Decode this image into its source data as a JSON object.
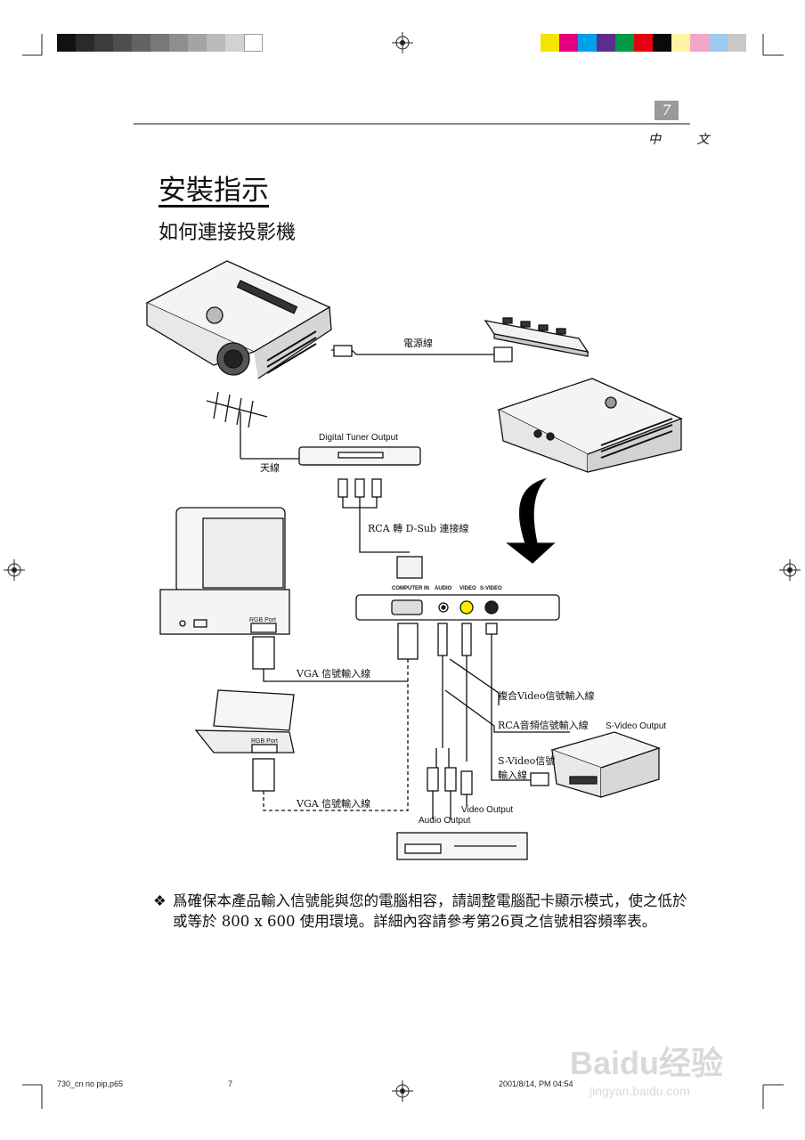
{
  "header": {
    "page_number": "7",
    "language": "中 文"
  },
  "title": "安裝指示",
  "subtitle": "如何連接投影機",
  "diagram": {
    "power_cable": "電源線",
    "antenna": "天線",
    "digital_tuner": "Digital Tuner Output",
    "rca_dsub": "RCA 轉 D-Sub 連接線",
    "ports": {
      "computer_in": "COMPUTER IN",
      "audio": "AUDIO",
      "video": "VIDEO",
      "svideo": "S-VIDEO"
    },
    "rgb_port_desktop": "RGB Port",
    "rgb_port_laptop": "RGB Port",
    "vga_cable_1": "VGA 信號輸入線",
    "vga_cable_2": "VGA 信號輸入線",
    "composite_cable": "複合Video信號輸入線",
    "rca_audio_cable": "RCA音頻信號輸入線",
    "svideo_output": "S-Video Output",
    "svideo_cable_1": "S-Video信號",
    "svideo_cable_2": "輸入線",
    "video_output": "Video Output",
    "audio_output": "Audio Output"
  },
  "note": {
    "bullet": "❖",
    "text": "爲確保本產品輸入信號能與您的電腦相容，請調整電腦配卡顯示模式，使之低於或等於 800 x 600 使用環境。詳細內容請參考第26頁之信號相容頻率表。"
  },
  "footer": {
    "file": "730_cn no pip.p65",
    "page": "7",
    "timestamp": "2001/8/14, PM 04:54"
  },
  "watermark": {
    "brand": "Baidu经验",
    "url": "jingyan.baidu.com"
  },
  "colors": {
    "gray_bar": [
      "#111111",
      "#2a2a2a",
      "#3c3c3c",
      "#4e4e4e",
      "#636363",
      "#787878",
      "#8e8e8e",
      "#a4a4a4",
      "#bababa",
      "#d2d2d2",
      "#ffffff"
    ],
    "color_bar": [
      "#f5e400",
      "#e4007f",
      "#00a0e9",
      "#5b2d8e",
      "#009944",
      "#e60012",
      "#0a0a0a",
      "#fff4a3",
      "#f4a6c6",
      "#9ccbee",
      "#c8c8c8"
    ]
  }
}
